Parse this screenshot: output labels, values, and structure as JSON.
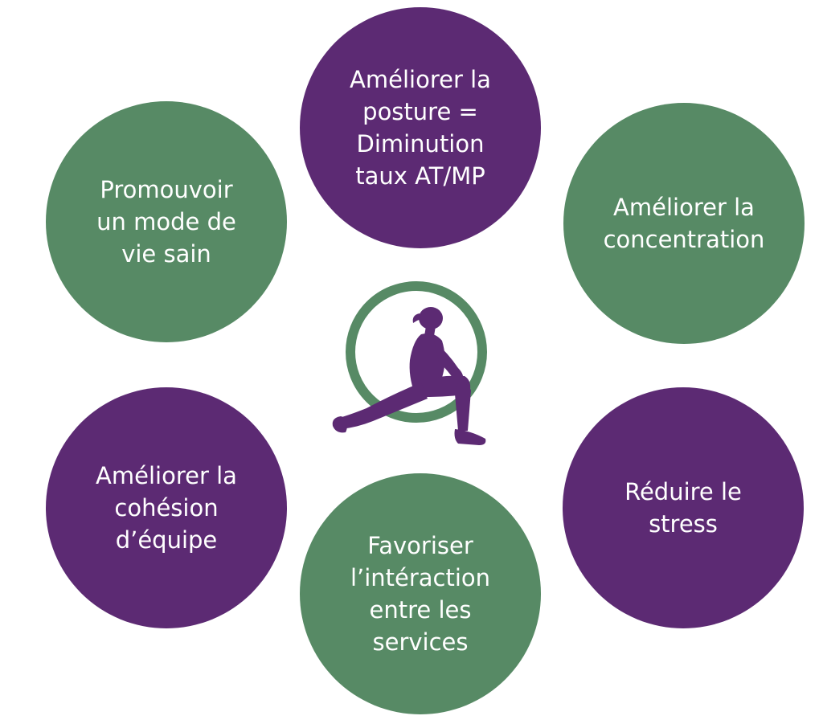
{
  "colors": {
    "purple": "#5c2a73",
    "green": "#578a65",
    "text": "#ffffff",
    "ring": "#578a65",
    "figure": "#5c2a73"
  },
  "center": {
    "icon": "stretching-person-icon"
  },
  "bubbles": {
    "top": {
      "text": "Améliorer la\nposture =\nDiminution\ntaux AT/MP",
      "color": "purple"
    },
    "top_left": {
      "text": "Promouvoir\nun mode de\nvie sain",
      "color": "green"
    },
    "top_right": {
      "text": "Améliorer la\nconcentration",
      "color": "green"
    },
    "bottom_left": {
      "text": "Améliorer la\ncohésion\nd’équipe",
      "color": "purple"
    },
    "bottom_right": {
      "text": "Réduire le\nstress",
      "color": "purple"
    },
    "bottom": {
      "text": "Favoriser\nl’intéraction\nentre les\nservices",
      "color": "green"
    }
  }
}
